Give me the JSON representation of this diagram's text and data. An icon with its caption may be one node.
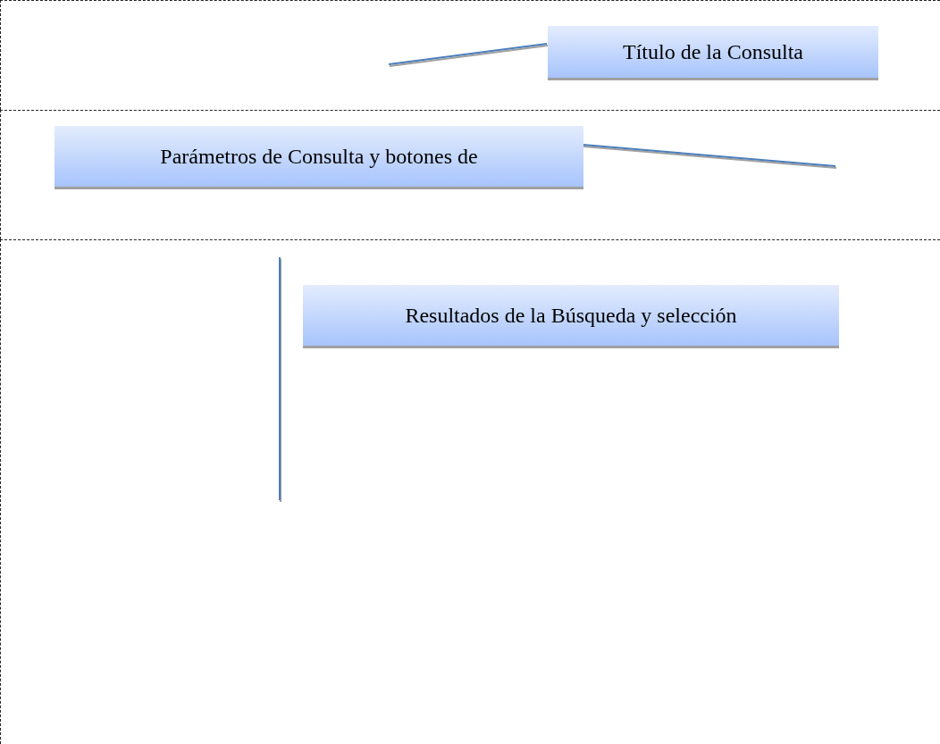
{
  "diagram": {
    "nodes": [
      {
        "text": [],
        "shape": "box"
      },
      {
        "text": [
          "Título de la Consulta"
        ],
        "in": 0
      },
      {
        "text": [],
        "shape": "box"
      },
      {
        "text": [
          "Parámetros de Consulta y botones de"
        ],
        "in": 2
      },
      {
        "text": [],
        "shape": "box"
      },
      {
        "text": [
          "Resultados de la Búsqueda y selección"
        ],
        "in": 4
      }
    ],
    "edges": [
      {
        "from": 1,
        "to": null,
        "arrow": "none"
      },
      {
        "from": 3,
        "to": null,
        "arrow": "none"
      },
      {
        "from": 5,
        "to": null,
        "arrow": "none"
      }
    ]
  }
}
